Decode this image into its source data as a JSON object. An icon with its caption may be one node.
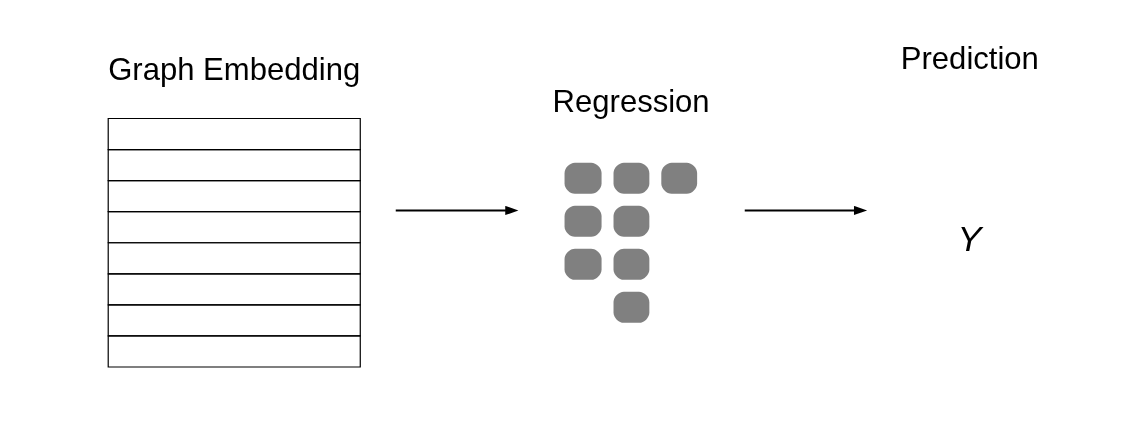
{
  "diagram": {
    "nodes": [
      {
        "text": [],
        "shape": "bar",
        "beside": [
          "Graph Embedding"
        ]
      },
      {
        "text": [],
        "shape": "picture",
        "beside": [
          "Regression"
        ]
      },
      {
        "text": [
          "Y"
        ],
        "beside": [
          "Prediction"
        ]
      }
    ],
    "edges": [
      {
        "from": 0,
        "to": 1,
        "arrow": "to"
      },
      {
        "from": 1,
        "to": 2,
        "arrow": "to"
      }
    ]
  }
}
